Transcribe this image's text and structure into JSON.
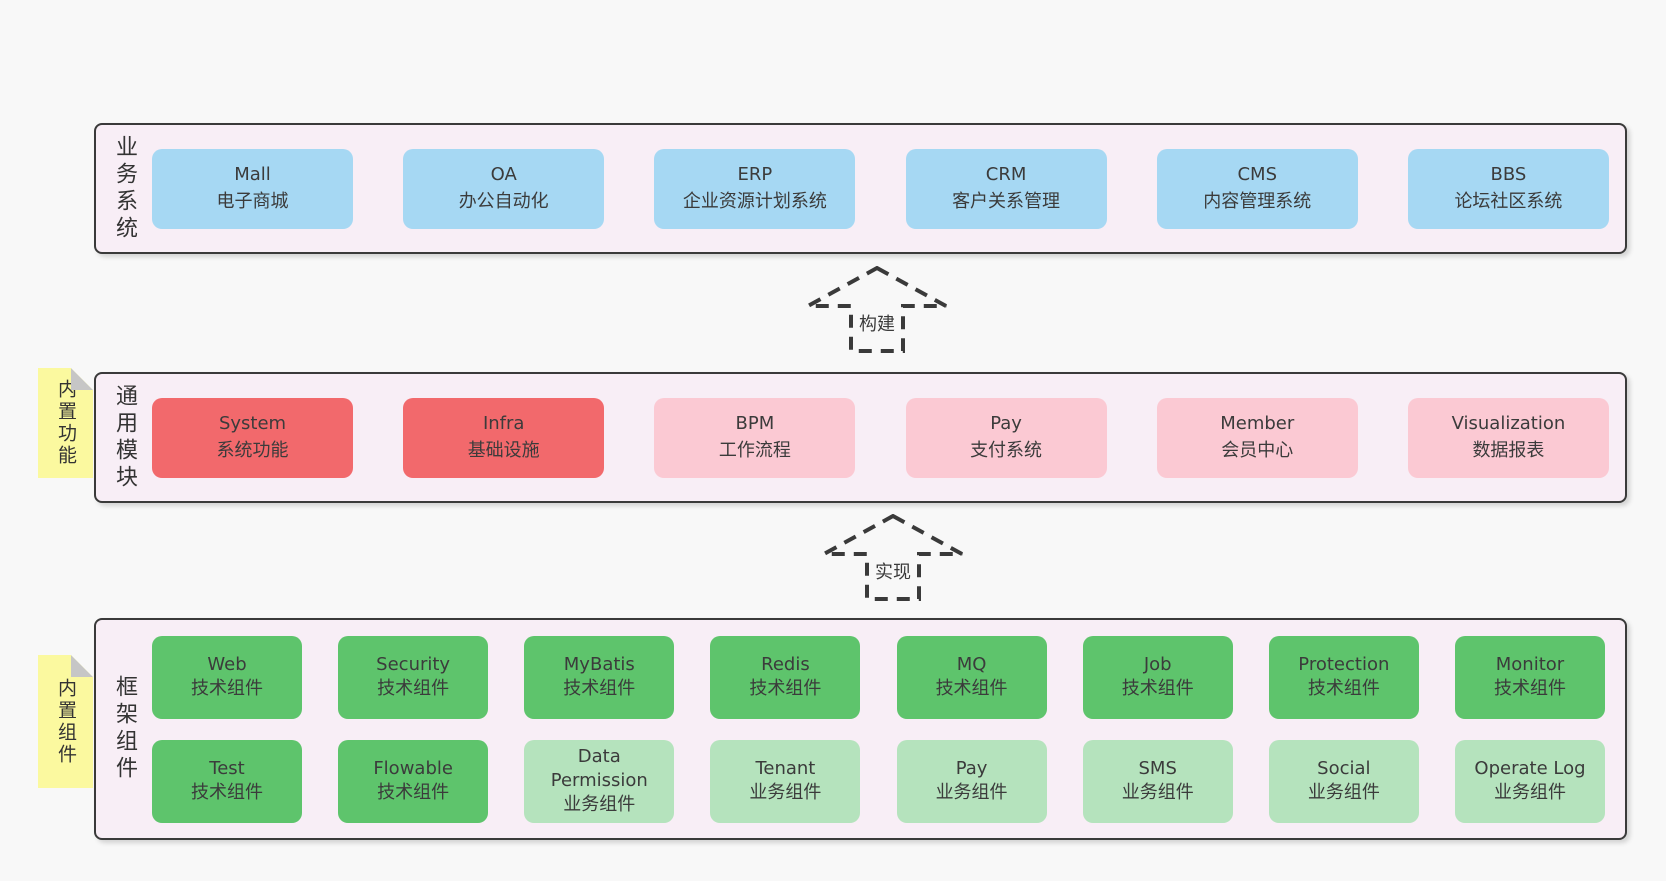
{
  "diagram": {
    "background": "#f8f8f8",
    "panel_fill": "#f8eef6",
    "panel_border": "#3a3a3a",
    "text_color": "#3b3b3b",
    "note_fill": "#fbf99f",
    "note_fold": "#c6c6c6",
    "arrow_stroke": "#3a3a3a",
    "box_colors": {
      "blue": "#a6d8f3",
      "red": "#f2696c",
      "pink": "#fbc9d3",
      "green": "#5ec46c",
      "lightgreen": "#b5e3bd"
    }
  },
  "layers": {
    "business": {
      "label": "业务系统",
      "boxes": [
        {
          "en": "Mall",
          "zh": "电子商城",
          "color": "blue"
        },
        {
          "en": "OA",
          "zh": "办公自动化",
          "color": "blue"
        },
        {
          "en": "ERP",
          "zh": "企业资源计划系统",
          "color": "blue"
        },
        {
          "en": "CRM",
          "zh": "客户关系管理",
          "color": "blue"
        },
        {
          "en": "CMS",
          "zh": "内容管理系统",
          "color": "blue"
        },
        {
          "en": "BBS",
          "zh": "论坛社区系统",
          "color": "blue"
        }
      ]
    },
    "modules": {
      "label": "通用模块",
      "note": "内置功能",
      "boxes": [
        {
          "en": "System",
          "zh": "系统功能",
          "color": "red"
        },
        {
          "en": "Infra",
          "zh": "基础设施",
          "color": "red"
        },
        {
          "en": "BPM",
          "zh": "工作流程",
          "color": "pink"
        },
        {
          "en": "Pay",
          "zh": "支付系统",
          "color": "pink"
        },
        {
          "en": "Member",
          "zh": "会员中心",
          "color": "pink"
        },
        {
          "en": "Visualization",
          "zh": "数据报表",
          "color": "pink"
        }
      ]
    },
    "framework": {
      "label": "框架组件",
      "note": "内置组件",
      "rows": [
        [
          {
            "en": "Web",
            "zh": "技术组件",
            "color": "green"
          },
          {
            "en": "Security",
            "zh": "技术组件",
            "color": "green"
          },
          {
            "en": "MyBatis",
            "zh": "技术组件",
            "color": "green"
          },
          {
            "en": "Redis",
            "zh": "技术组件",
            "color": "green"
          },
          {
            "en": "MQ",
            "zh": "技术组件",
            "color": "green"
          },
          {
            "en": "Job",
            "zh": "技术组件",
            "color": "green"
          },
          {
            "en": "Protection",
            "zh": "技术组件",
            "color": "green"
          },
          {
            "en": "Monitor",
            "zh": "技术组件",
            "color": "green"
          }
        ],
        [
          {
            "en": "Test",
            "zh": "技术组件",
            "color": "green"
          },
          {
            "en": "Flowable",
            "zh": "技术组件",
            "color": "green"
          },
          {
            "en": "Data\nPermission",
            "zh": "业务组件",
            "color": "lightgreen"
          },
          {
            "en": "Tenant",
            "zh": "业务组件",
            "color": "lightgreen"
          },
          {
            "en": "Pay",
            "zh": "业务组件",
            "color": "lightgreen"
          },
          {
            "en": "SMS",
            "zh": "业务组件",
            "color": "lightgreen"
          },
          {
            "en": "Social",
            "zh": "业务组件",
            "color": "lightgreen"
          },
          {
            "en": "Operate Log",
            "zh": "业务组件",
            "color": "lightgreen"
          }
        ]
      ]
    }
  },
  "arrows": [
    {
      "label": "构建"
    },
    {
      "label": "实现"
    }
  ]
}
